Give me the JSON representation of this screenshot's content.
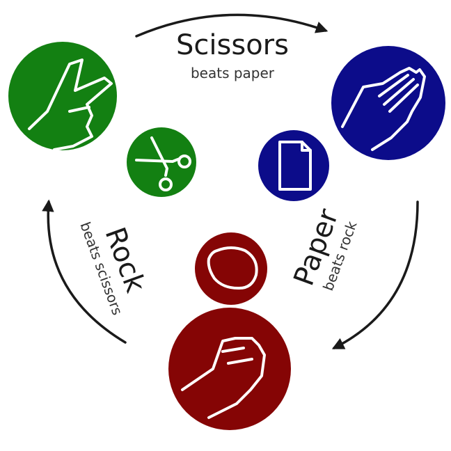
{
  "colors": {
    "scissors": "#138012",
    "paper": "#0c0c8a",
    "rock": "#850505",
    "arrow": "#1a1a1a",
    "glyph": "#ffffff"
  },
  "scissors": {
    "title": "Scissors",
    "subtitle": "beats paper",
    "hand_icon": "v-sign-hand-icon",
    "object_icon": "scissors-icon"
  },
  "paper": {
    "title": "Paper",
    "subtitle": "beats rock",
    "hand_icon": "open-hand-icon",
    "object_icon": "paper-sheet-icon"
  },
  "rock": {
    "title": "Rock",
    "subtitle": "beats scissors",
    "hand_icon": "fist-icon",
    "object_icon": "rock-icon"
  }
}
